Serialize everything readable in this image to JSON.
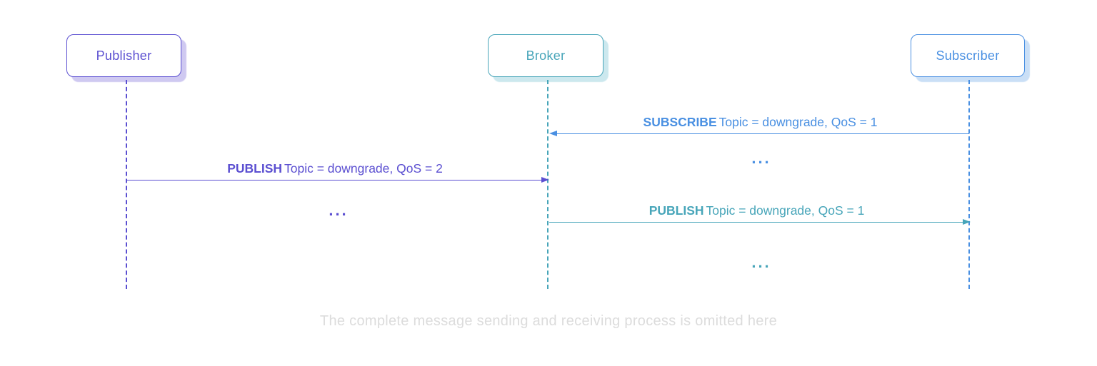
{
  "diagram": {
    "title_hidden": "",
    "actors": [
      {
        "id": "publisher",
        "label": "Publisher"
      },
      {
        "id": "broker",
        "label": "Broker"
      },
      {
        "id": "subscriber",
        "label": "Subscriber"
      }
    ],
    "messages": [
      {
        "keyword": "SUBSCRIBE",
        "detail": "Topic = downgrade, QoS = 1",
        "from": "Subscriber",
        "to": "Broker",
        "direction": "left"
      },
      {
        "keyword": "PUBLISH",
        "detail": "Topic = downgrade, QoS = 2",
        "from": "Publisher",
        "to": "Broker",
        "direction": "right"
      },
      {
        "keyword": "PUBLISH",
        "detail": "Topic = downgrade, QoS = 1",
        "from": "Broker",
        "to": "Subscriber",
        "direction": "right"
      }
    ],
    "ellipses": [
      {
        "text": "...",
        "color_ref": "subscriber"
      },
      {
        "text": "...",
        "color_ref": "publisher"
      },
      {
        "text": "...",
        "color_ref": "broker"
      }
    ],
    "caption": "The complete message sending and receiving process is omitted here",
    "colors": {
      "publisher": "#5b4fd1",
      "publisher_shadow": "#cfc9f1",
      "broker": "#47a5b9",
      "broker_shadow": "#cce8ee",
      "subscriber": "#4a90e2",
      "subscriber_shadow": "#cadff6",
      "caption": "#dcdcdc"
    }
  }
}
